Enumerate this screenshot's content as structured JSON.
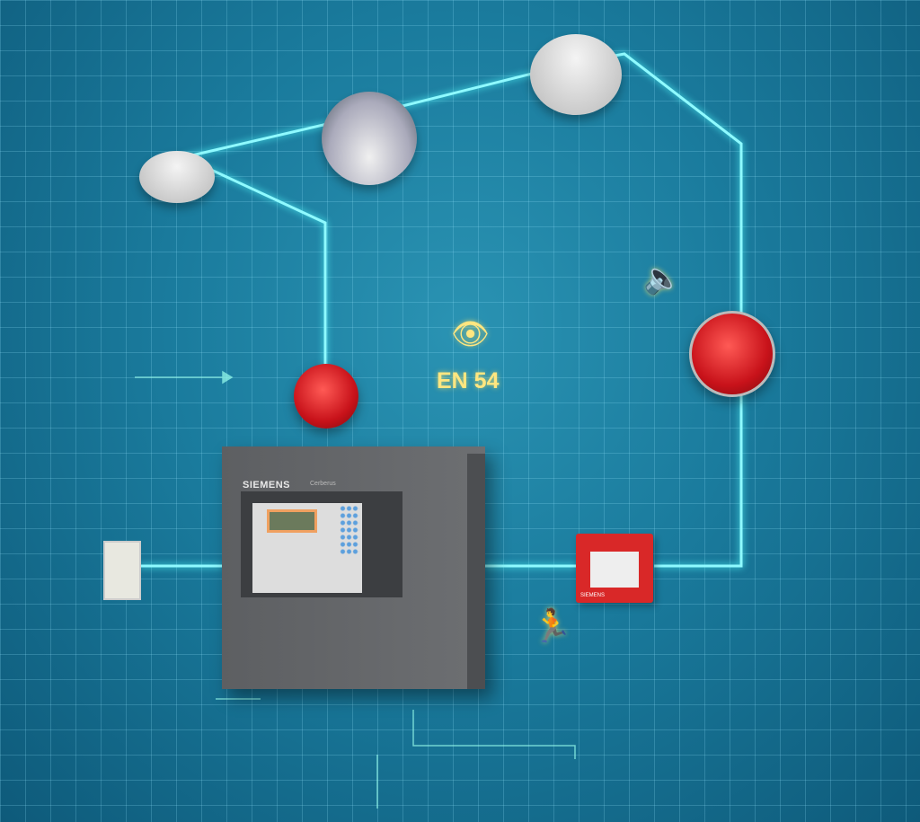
{
  "panel": {
    "brand": "SIEMENS",
    "product": "Cerberus"
  },
  "call_point": {
    "brand": "SIEMENS"
  },
  "standard_label": "EN 54",
  "icons": [
    "eye-icon",
    "speaker-icon",
    "running-person-icon"
  ],
  "colors": {
    "background": "#1a7b9d",
    "glow": "#7ff6ff",
    "accent": "#ffe680",
    "alarm_red": "#d92828"
  }
}
